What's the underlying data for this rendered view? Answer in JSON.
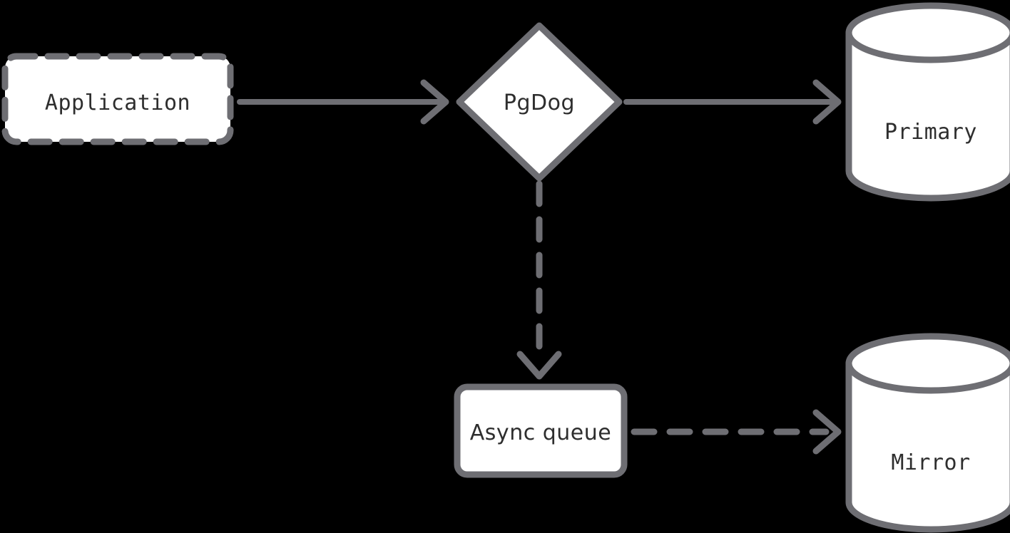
{
  "diagram": {
    "type": "flowchart",
    "direction": "left-to-right",
    "background_color": "#000000",
    "stroke_color": "#6e6e73",
    "node_fill_color": "#ffffff",
    "text_color": "#2e2e2e",
    "nodes": [
      {
        "id": "application",
        "label": "Application",
        "shape": "rounded-rectangle",
        "border_style": "dashed",
        "font": "monospace"
      },
      {
        "id": "pgdog",
        "label": "PgDog",
        "shape": "diamond",
        "border_style": "solid",
        "font": "sans-serif"
      },
      {
        "id": "primary",
        "label": "Primary",
        "shape": "cylinder",
        "border_style": "solid",
        "font": "monospace"
      },
      {
        "id": "async-queue",
        "label": "Async queue",
        "shape": "rounded-rectangle",
        "border_style": "solid",
        "font": "sans-serif"
      },
      {
        "id": "mirror",
        "label": "Mirror",
        "shape": "cylinder",
        "border_style": "solid",
        "font": "monospace"
      }
    ],
    "edges": [
      {
        "id": "application-to-pgdog",
        "from": "application",
        "to": "pgdog",
        "style": "solid",
        "arrowhead": "open-chevron",
        "label": ""
      },
      {
        "id": "pgdog-to-primary",
        "from": "pgdog",
        "to": "primary",
        "style": "solid",
        "arrowhead": "open-chevron",
        "label": ""
      },
      {
        "id": "pgdog-to-async-queue",
        "from": "pgdog",
        "to": "async-queue",
        "style": "dashed",
        "arrowhead": "open-chevron",
        "label": ""
      },
      {
        "id": "async-queue-to-mirror",
        "from": "async-queue",
        "to": "mirror",
        "style": "dashed",
        "arrowhead": "open-chevron",
        "label": ""
      }
    ]
  }
}
